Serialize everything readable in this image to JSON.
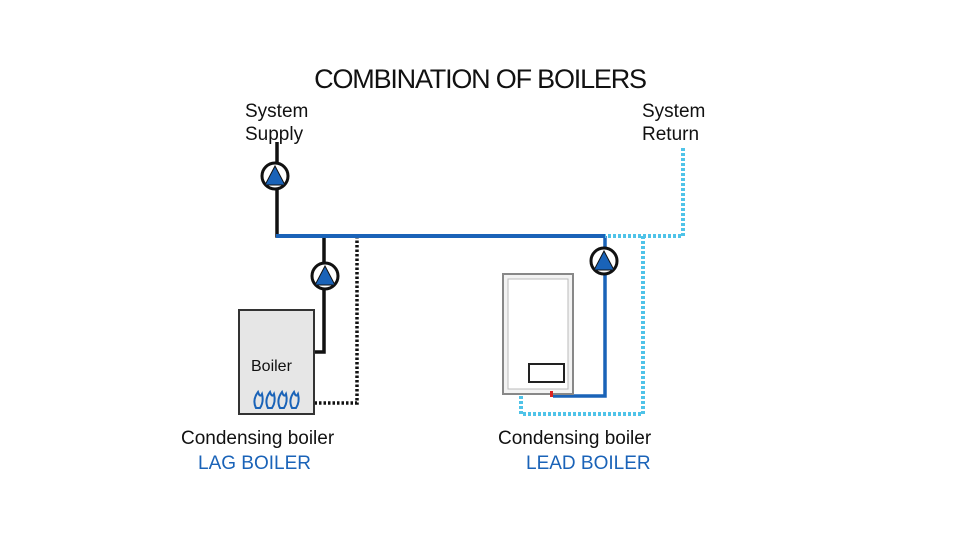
{
  "title": "COMBINATION OF BOILERS",
  "supply_label": [
    "System",
    "Supply"
  ],
  "return_label": [
    "System",
    "Return"
  ],
  "lag": {
    "boiler_label": "Boiler",
    "type": "Condensing boiler",
    "role": "LAG BOILER"
  },
  "lead": {
    "type": "Condensing boiler",
    "role": "LEAD BOILER"
  },
  "colors": {
    "supply_pipe": "#1a63b8",
    "return_pipe": "#4fc3e8",
    "lag_pipe": "#111111",
    "pump_arrow": "#1a63b8",
    "role_text": "#1a63b8",
    "flame": "#1a63b8"
  }
}
